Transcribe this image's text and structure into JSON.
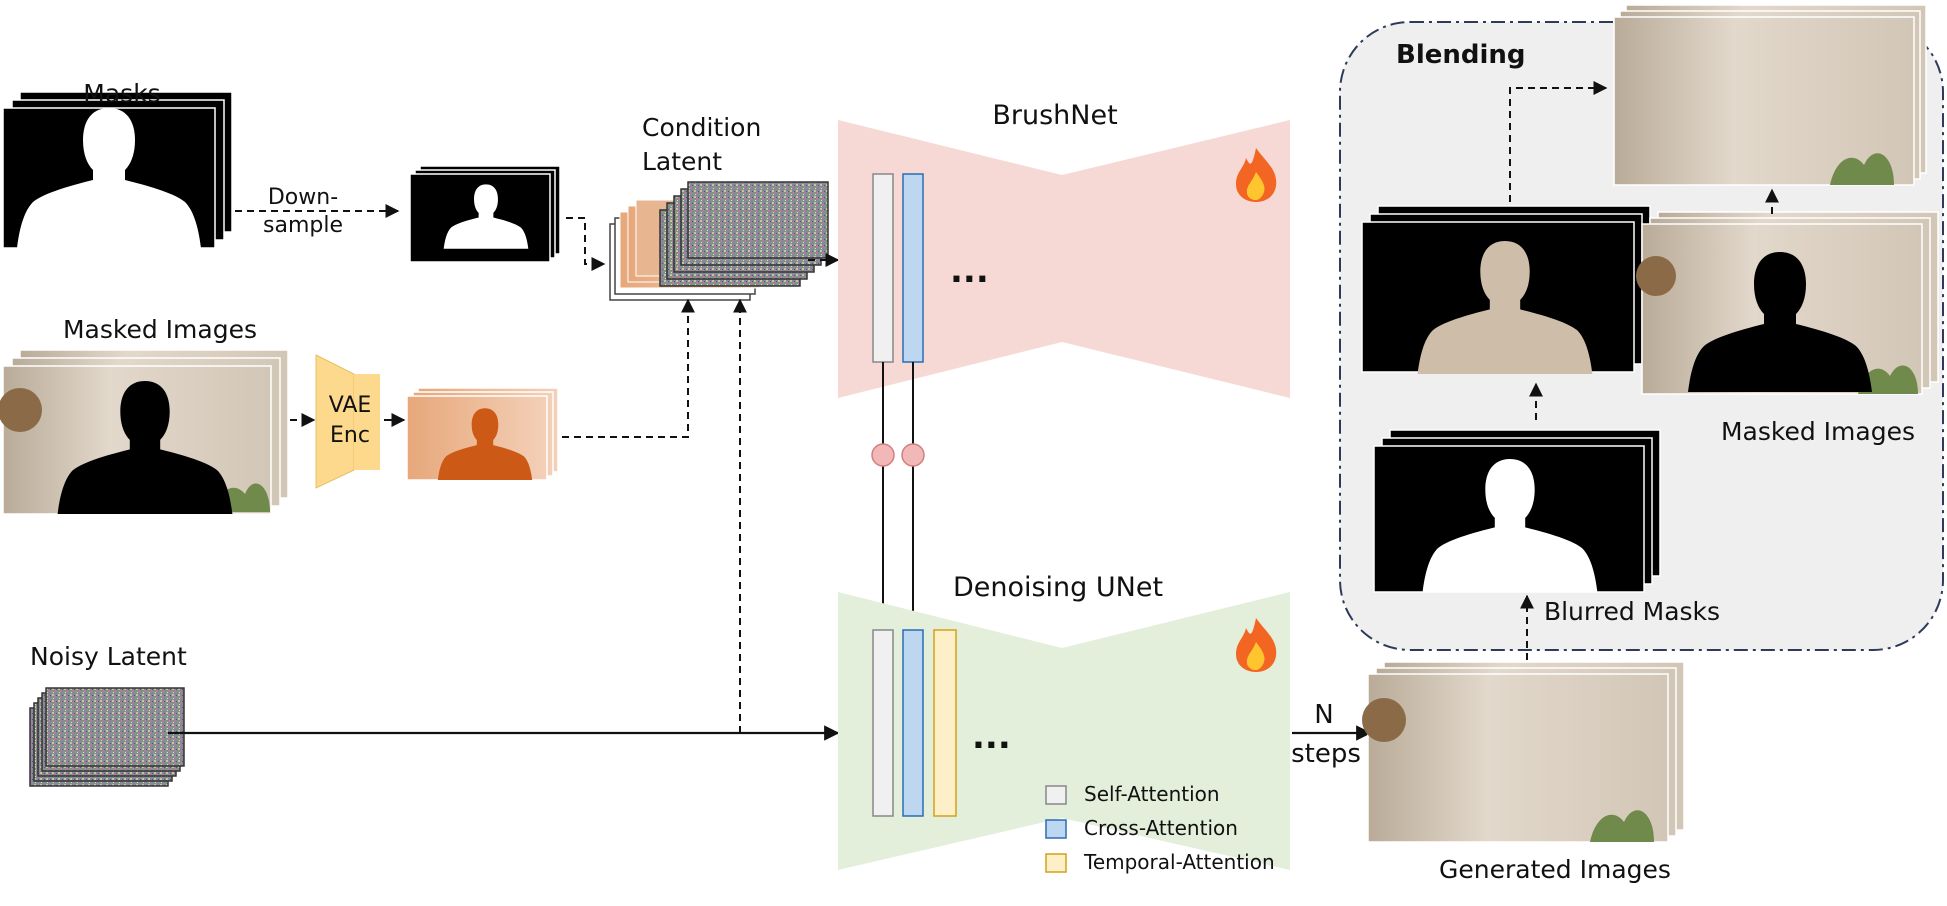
{
  "labels": {
    "masks": "Masks",
    "downsample_line1": "Down-",
    "downsample_line2": "sample",
    "condition_line1": "Condition",
    "condition_line2": "Latent",
    "masked_images_left": "Masked Images",
    "vae_line1": "VAE",
    "vae_line2": "Enc",
    "noisy_latent": "Noisy Latent",
    "brushnet": "BrushNet",
    "denoising_unet": "Denoising UNet",
    "n_line1": "N",
    "n_line2": "steps",
    "generated_images": "Generated Images",
    "blending": "Blending",
    "masked_images_right": "Masked Images",
    "blurred_masks": "Blurred Masks",
    "ellipsis": "..."
  },
  "legend": [
    {
      "label": "Self-Attention",
      "color": "#f0f0f0",
      "border": "#888888"
    },
    {
      "label": "Cross-Attention",
      "color": "#bcd7ef",
      "border": "#2a6db5"
    },
    {
      "label": "Temporal-Attention",
      "color": "#fdf0c8",
      "border": "#d4a017"
    }
  ],
  "colors": {
    "brushnet_bg": "#f6d9d5",
    "unet_bg": "#e3efda",
    "vae": "#fcd98c",
    "blend_bg": "#efefef",
    "blend_border": "#2e3a5a",
    "connector": "#f2b8b8",
    "photo_wall": "#d7cbbd",
    "orange_latent": "#d9692a"
  },
  "icons": [
    "fire-icon",
    "fire-icon"
  ]
}
